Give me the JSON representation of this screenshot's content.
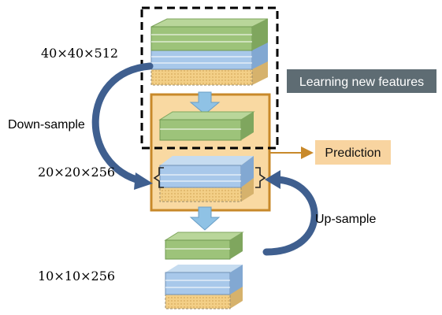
{
  "labels": {
    "size_top": "40×40×512",
    "size_mid": "20×20×256",
    "size_bottom": "10×10×256",
    "down_sample": "Down-sample",
    "up_sample": "Up-sample",
    "learning": "Learning new features",
    "prediction": "Prediction"
  },
  "colors": {
    "green_top": "#b9d69a",
    "green_front": "#9dc37a",
    "green_side": "#7fa65e",
    "blue_top": "#c6dcf0",
    "blue_front": "#a8c8ea",
    "blue_side": "#82a8d2",
    "sand_top": "#f7dfa8",
    "sand_front": "#f3cf87",
    "sand_side": "#d6b26c",
    "highlight_box": "#f9d9a2",
    "highlight_border": "#c8892a",
    "learning_box": "#5e6c73",
    "prediction_box": "#f8d4a0",
    "arrow": "#3f5f8f",
    "down_arrow": "#8fc2e5"
  }
}
